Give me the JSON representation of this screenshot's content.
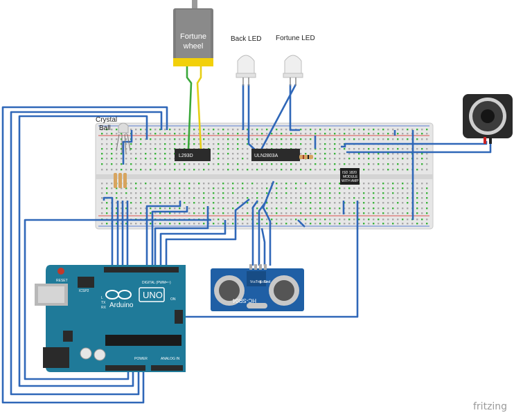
{
  "labels": {
    "motor": [
      "Fortune",
      "wheel"
    ],
    "back_led": "Back LED",
    "fortune_led": "Fortune LED",
    "crystal_ball": [
      "Crystal",
      "Ball"
    ],
    "l293d": "L293D",
    "uln2803a": "ULN2803A",
    "sound_module": [
      "ISD 1820",
      "MODULE",
      "WITH AMP"
    ],
    "ultrasonic": "HC-SR04",
    "ultrasonic_pins": [
      "Vcc",
      "Trig",
      "Echo",
      "Gnd"
    ],
    "arduino_name": "Arduino",
    "arduino_model": "UNO",
    "reset": "RESET",
    "icsp": "ICSP2",
    "digital": "DIGITAL (PWM=~)",
    "power": "POWER",
    "analog": "ANALOG IN",
    "on": "ON",
    "tx": "TX",
    "rx": "RX",
    "l": "L",
    "watermark": "fritzing"
  },
  "colors": {
    "wire_blue": "#2f67b8",
    "wire_green": "#3aa83a",
    "wire_yellow": "#e6cf16",
    "board_teal": "#1f7a99",
    "breadboard": "#e9e9e9",
    "rail_red": "#d9534f",
    "rail_blue": "#5b7fd1",
    "hole_green": "#3bb33b",
    "chip_dark": "#2b2b2b",
    "motor_yellow": "#f2d00a"
  }
}
